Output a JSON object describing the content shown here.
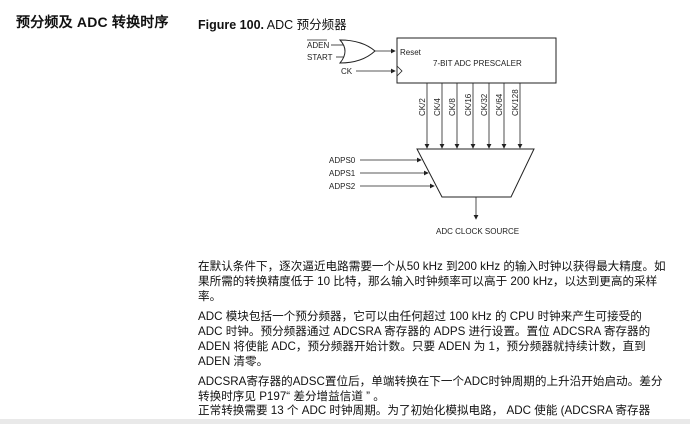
{
  "section_title": "预分频及 ADC 转换时序",
  "figure": {
    "label": "Figure 100.",
    "caption": "ADC 预分频器",
    "inputs": {
      "aden": "ADEN",
      "start": "START",
      "ck": "CK"
    },
    "prescaler": {
      "reset_label": "Reset",
      "title": "7-BIT ADC PRESCALER"
    },
    "outputs": [
      "CK/2",
      "CK/4",
      "CK/8",
      "CK/16",
      "CK/32",
      "CK/64",
      "CK/128"
    ],
    "select_inputs": [
      "ADPS0",
      "ADPS1",
      "ADPS2"
    ],
    "output_label": "ADC CLOCK SOURCE"
  },
  "paragraphs": [
    "在默认条件下，逐次逼近电路需要一个从50 kHz 到200 kHz 的输入时钟以获得最大精度。如果所需的转换精度低于 10 比特，那么输入时钟频率可以高于 200 kHz，以达到更高的采样率。",
    "ADC 模块包括一个预分频器，它可以由任何超过 100 kHz 的 CPU 时钟来产生可接受的 ADC 时钟。预分频器通过 ADCSRA 寄存器的 ADPS 进行设置。置位 ADCSRA 寄存器的 ADEN 将使能 ADC，预分频器开始计数。只要 ADEN 为 1，预分频器就持续计数，直到 ADEN 清零。",
    "ADCSRA寄存器的ADSC置位后，单端转换在下一个ADC时钟周期的上升沿开始启动。差分转换时序见 P197“ 差分增益信道 ” 。",
    "正常转换需要 13 个 ADC 时钟周期。为了初始化模拟电路， ADC 使能 (ADCSRA 寄存器"
  ]
}
